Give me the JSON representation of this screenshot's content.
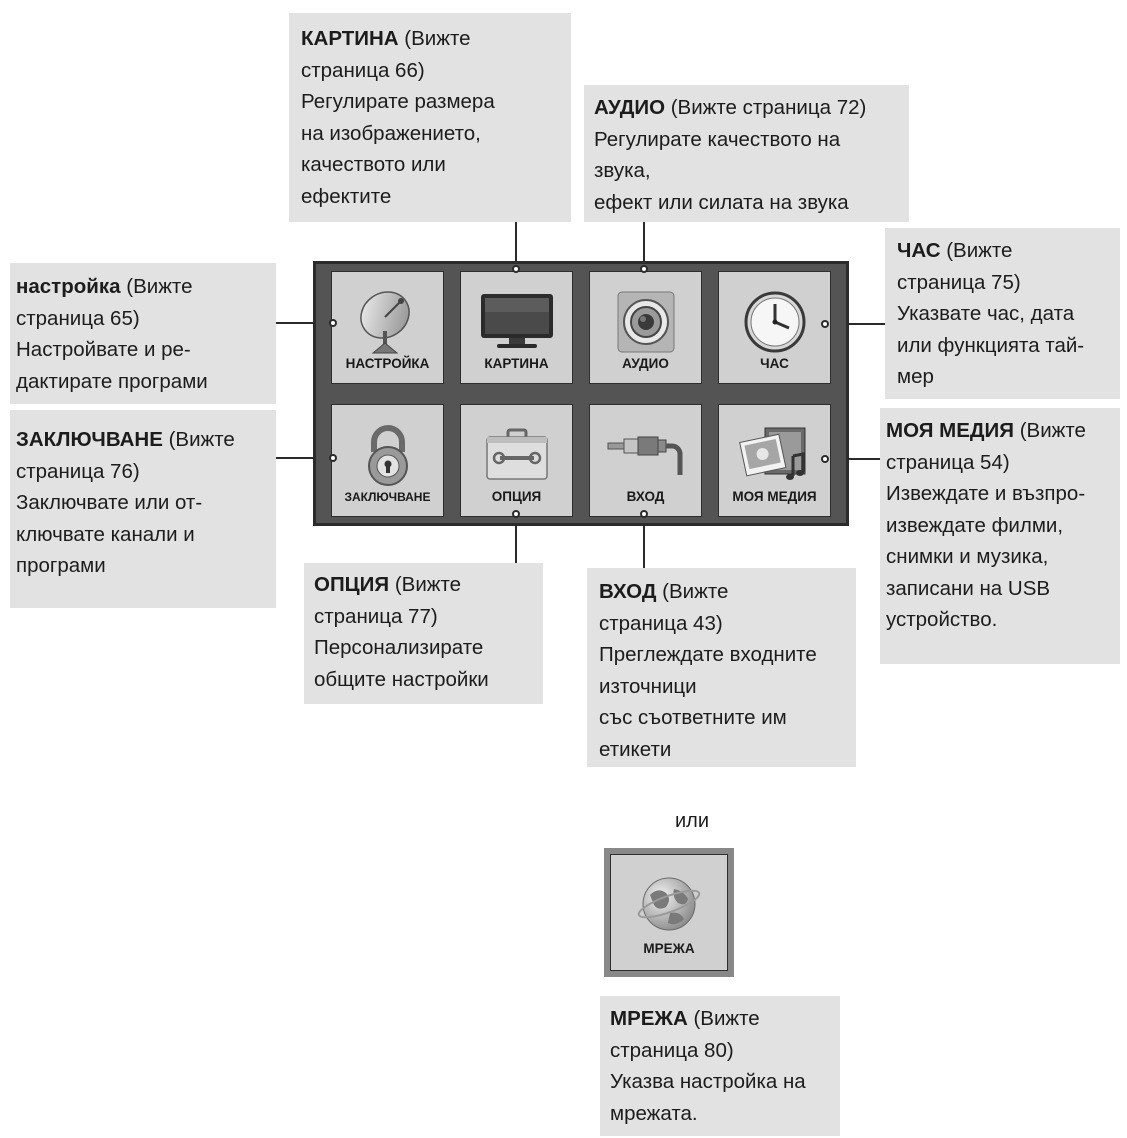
{
  "callouts": {
    "picture": {
      "title": "КАРТИНА",
      "ref": " (Вижте",
      "lines": [
        "страница 66)",
        "Регулирате размера",
        "на изображението,",
        "качеството или",
        "ефектите"
      ]
    },
    "audio": {
      "title": "АУДИО",
      "ref": " (Вижте страница 72)",
      "lines": [
        "Регулирате качеството на",
        "звука,",
        "ефект или силата на звука"
      ]
    },
    "setup": {
      "title": "настройка",
      "ref": " (Вижте",
      "lines": [
        "страница 65)",
        "Настройвате и ре-",
        "дактирате програми"
      ]
    },
    "time": {
      "title": "ЧАС",
      "ref": " (Вижте",
      "lines": [
        "страница 75)",
        "Указвате час, дата",
        "или функцията тай-",
        "мер"
      ]
    },
    "lock": {
      "title": "ЗАКЛЮЧВАНЕ",
      "ref": " (Вижте",
      "lines": [
        "страница 76)",
        "Заключвате или от-",
        "ключвате канали и",
        "програми"
      ]
    },
    "mymedia": {
      "title": "МОЯ МЕДИЯ",
      "ref": " (Вижте",
      "lines": [
        "страница 54)",
        "Извеждате и възпро-",
        "извеждате филми,",
        "снимки и музика,",
        "записани на USB",
        "устройство."
      ]
    },
    "option": {
      "title": "ОПЦИЯ",
      "ref": " (Вижте",
      "lines": [
        "страница 77)",
        "Персонализирате",
        "общите настройки"
      ]
    },
    "input": {
      "title": "ВХОД",
      "ref": " (Вижте",
      "lines": [
        "страница 43)",
        "Преглеждате входните",
        "източници",
        "със съответните им",
        "етикети"
      ]
    },
    "network": {
      "title": "МРЕЖА",
      "ref": " (Вижте",
      "lines": [
        "страница 80)",
        "Указва настройка на",
        "мрежата."
      ]
    }
  },
  "tiles": {
    "setup": {
      "label": "НАСТРОЙКА",
      "icon": "satellite-dish-icon"
    },
    "picture": {
      "label": "КАРТИНА",
      "icon": "tv-icon"
    },
    "audio": {
      "label": "АУДИО",
      "icon": "speaker-icon"
    },
    "time": {
      "label": "ЧАС",
      "icon": "clock-icon"
    },
    "lock": {
      "label": "ЗАКЛЮЧВАНЕ",
      "icon": "padlock-icon"
    },
    "option": {
      "label": "ОПЦИЯ",
      "icon": "toolbox-icon"
    },
    "input": {
      "label": "ВХОД",
      "icon": "cable-plug-icon"
    },
    "mymedia": {
      "label": "МОЯ МЕДИЯ",
      "icon": "media-icon"
    },
    "network": {
      "label": "МРЕЖА",
      "icon": "globe-icon"
    }
  },
  "or_text": "или"
}
